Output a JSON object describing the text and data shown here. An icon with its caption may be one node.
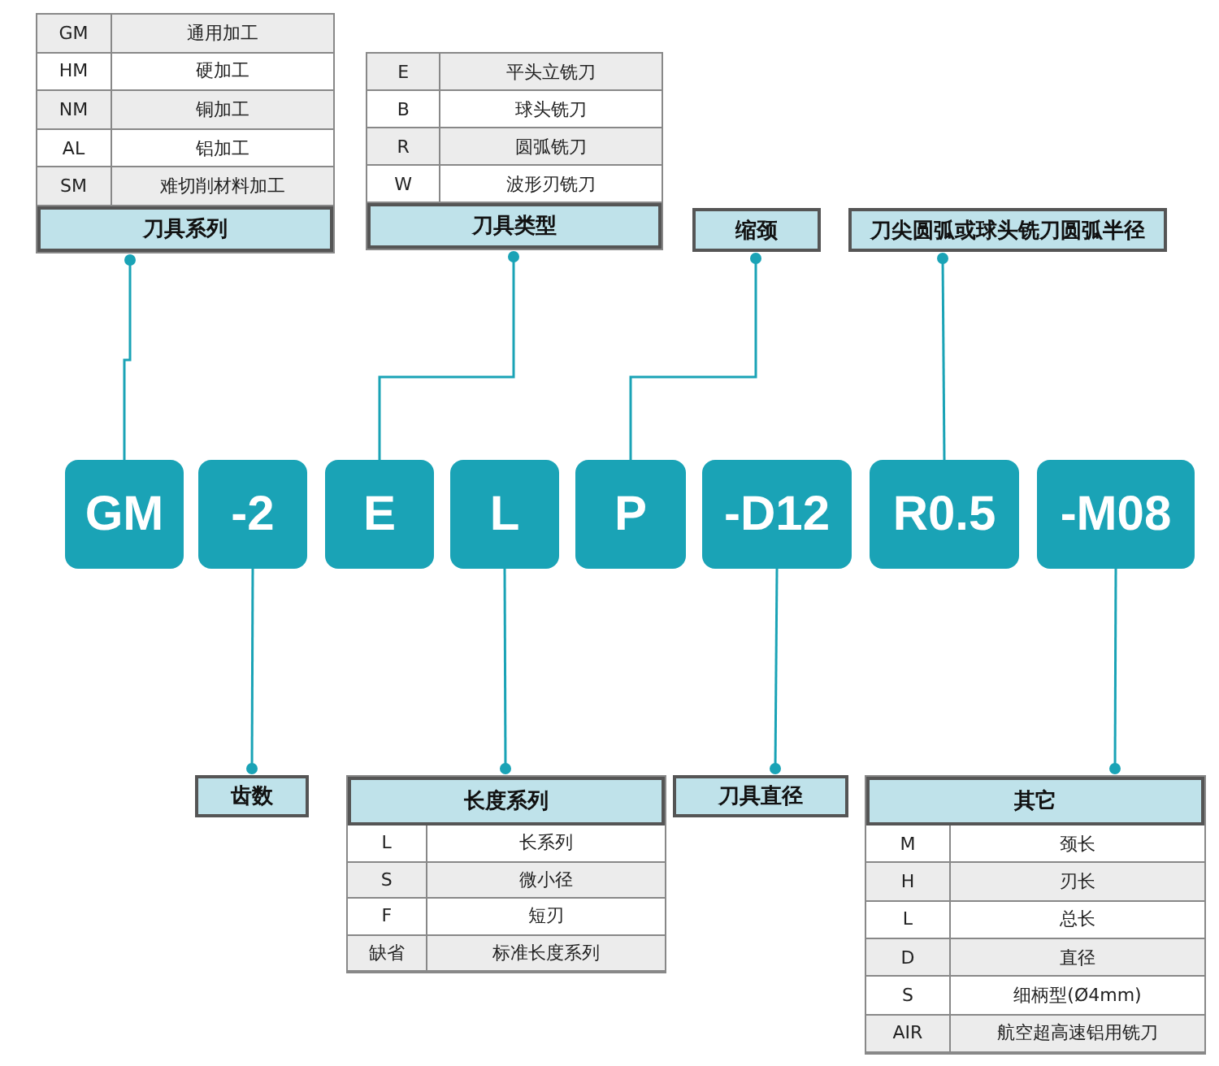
{
  "diagram": {
    "nodes": [
      {
        "text": [
          "刀具系列",
          "GM",
          "通用加工",
          "HM",
          "硬加工",
          "NM",
          "铜加工",
          "AL",
          "铝加工",
          "SM",
          "难切削材料加工"
        ]
      },
      {
        "text": [
          "刀具类型",
          "E",
          "平头立铣刀",
          "B",
          "球头铣刀",
          "R",
          "圆弧铣刀",
          "W",
          "波形刃铣刀"
        ]
      },
      {
        "text": [
          "缩颈"
        ]
      },
      {
        "text": [
          "刀尖圆弧或球头铣刀圆弧半径"
        ]
      },
      {
        "text": [
          "GM"
        ]
      },
      {
        "text": [
          "-2"
        ]
      },
      {
        "text": [
          "E"
        ]
      },
      {
        "text": [
          "L"
        ]
      },
      {
        "text": [
          "P"
        ]
      },
      {
        "text": [
          "-D12"
        ]
      },
      {
        "text": [
          "R0.5"
        ]
      },
      {
        "text": [
          "-M08"
        ]
      },
      {
        "text": [
          "齿数"
        ]
      },
      {
        "text": [
          "长度系列",
          "L",
          "长系列",
          "S",
          "微小径",
          "F",
          "短刃",
          "缺省",
          "标准长度系列"
        ]
      },
      {
        "text": [
          "刀具直径"
        ]
      },
      {
        "text": [
          "其它",
          "M",
          "颈长",
          "H",
          "刃长",
          "L",
          "总长",
          "D",
          "直径",
          "S",
          "细柄型(Ø4mm)",
          "AIR",
          "航空超高速铝用铣刀"
        ]
      }
    ],
    "edges": [
      {
        "from": 4,
        "to": 0,
        "arrow": "other"
      },
      {
        "from": 6,
        "to": 1,
        "arrow": "other"
      },
      {
        "from": 8,
        "to": 2,
        "arrow": "other"
      },
      {
        "from": 10,
        "to": 3,
        "arrow": "other"
      },
      {
        "from": 5,
        "to": 12,
        "arrow": "other"
      },
      {
        "from": 7,
        "to": 13,
        "arrow": "other"
      },
      {
        "from": 9,
        "to": 14,
        "arrow": "other"
      },
      {
        "from": 11,
        "to": 15,
        "arrow": "other"
      }
    ]
  }
}
